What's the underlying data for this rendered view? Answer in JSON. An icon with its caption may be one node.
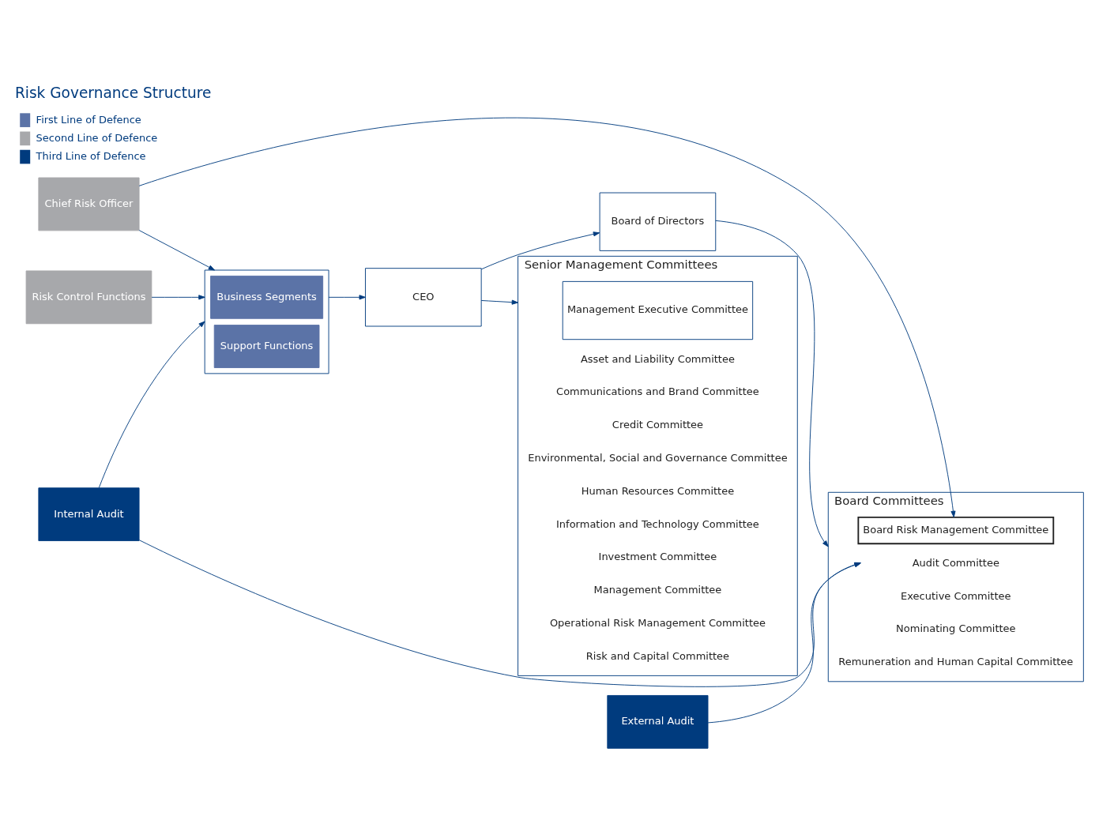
{
  "diagram": {
    "title": "Risk Governance Structure",
    "nodes": [
      {
        "text": [
          "Board of Directors"
        ]
      },
      {
        "text": [
          "CEO"
        ]
      },
      {
        "text": [
          "Board Committees"
        ]
      },
      {
        "text": [
          "Audit Committee"
        ],
        "in": 2
      },
      {
        "text": [
          "Board Risk Management Committee"
        ],
        "in": 2
      },
      {
        "text": [
          "Executive Committee"
        ],
        "in": 2
      },
      {
        "text": [
          "Nominating Committee"
        ],
        "in": 2
      },
      {
        "text": [
          "Remuneration and Human Capital Committee"
        ],
        "in": 2
      },
      {
        "text": [
          "Senior Management Committees"
        ]
      },
      {
        "text": [
          "Management Executive Committee"
        ],
        "in": 8
      },
      {
        "text": [
          "Asset and Liability Committee"
        ],
        "in": 8
      },
      {
        "text": [
          "Communications and Brand Committee"
        ],
        "in": 8
      },
      {
        "text": [
          "Credit Committee"
        ],
        "in": 8
      },
      {
        "text": [
          "Environmental, Social and Governance Committee"
        ],
        "in": 8
      },
      {
        "text": [
          "Human Resources Committee"
        ],
        "in": 8
      },
      {
        "text": [
          "Information and Technology Committee"
        ],
        "in": 8
      },
      {
        "text": [
          "Investment Committee"
        ],
        "in": 8
      },
      {
        "text": [
          "Management Committee"
        ],
        "in": 8
      },
      {
        "text": [
          "Operational Risk Management Committee"
        ],
        "in": 8
      },
      {
        "text": [
          "Risk and Capital Committee"
        ],
        "in": 8
      },
      {
        "text": [],
        "shape": "box"
      },
      {
        "text": [
          "Business Segments"
        ],
        "in": 20
      },
      {
        "text": [
          "Support Functions"
        ],
        "in": 20
      },
      {
        "text": [
          "Risk Control Functions"
        ]
      },
      {
        "text": [
          "Chief Risk Officer"
        ]
      },
      {
        "text": [
          "Internal Audit"
        ]
      },
      {
        "text": [
          "External Audit"
        ]
      }
    ],
    "edges": [
      {
        "from": 0,
        "to": 2,
        "arrow": "to"
      },
      {
        "from": 1,
        "to": 8,
        "arrow": "to"
      },
      {
        "from": 1,
        "to": 0,
        "arrow": "to"
      },
      {
        "from": 20,
        "to": 1,
        "arrow": "to"
      },
      {
        "from": 25,
        "to": 20,
        "arrow": "to"
      },
      {
        "from": 24,
        "to": 20,
        "arrow": "to"
      },
      {
        "from": 23,
        "to": 20,
        "arrow": "to"
      },
      {
        "from": 26,
        "to": 3,
        "arrow": "to"
      },
      {
        "from": 25,
        "to": 3,
        "arrow": "to"
      },
      {
        "from": 24,
        "to": 4,
        "arrow": "to"
      }
    ],
    "legend": [
      {
        "text": "First Line of Defence",
        "color": "#5b73a7"
      },
      {
        "text": "Second Line of Defence",
        "color": "#a7a8ab"
      },
      {
        "text": "Third Line of Defence",
        "color": "#003b7e"
      }
    ]
  }
}
